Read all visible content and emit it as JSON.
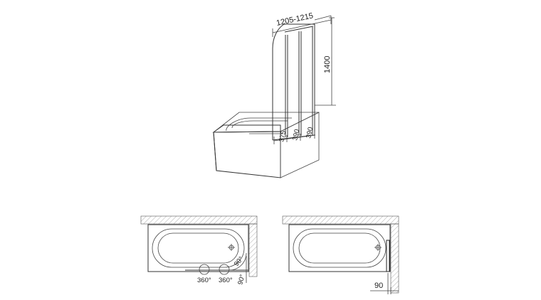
{
  "dimensions": {
    "width_range": "1205-1215",
    "height": "1400",
    "panel_1": "375",
    "panel_2": "390",
    "panel_3": "390",
    "wall_gap": "90"
  },
  "rotation_labels": {
    "hinge_left": "360°",
    "hinge_right": "360°",
    "wall_swing": "90°",
    "wall_swing_lower": "90°"
  }
}
